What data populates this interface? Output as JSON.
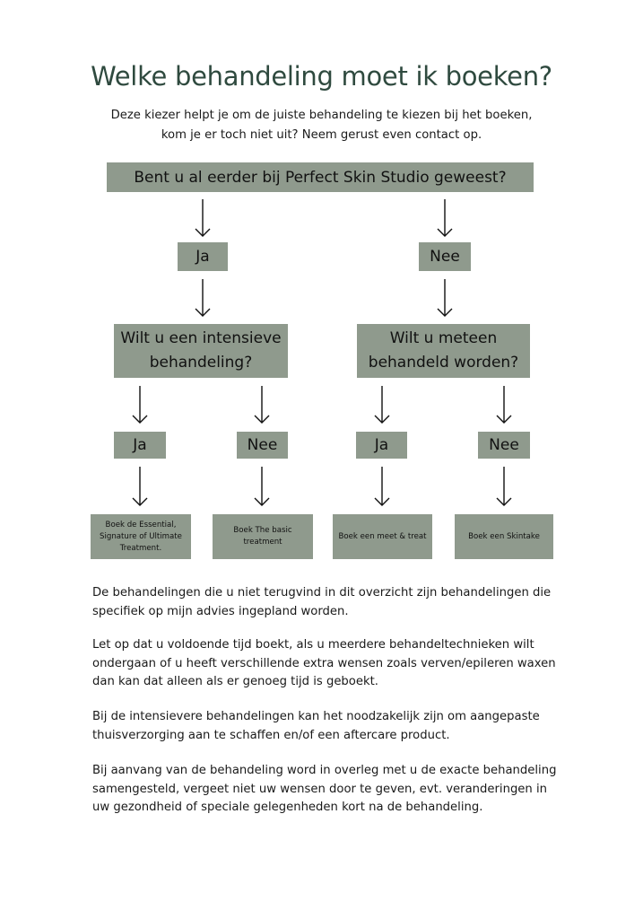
{
  "title": "Welke behandeling moet ik boeken?",
  "intro": "Deze kiezer helpt je om de juiste behandeling te kiezen bij het boeken, kom je er toch niet uit? Neem gerust even contact op.",
  "colors": {
    "box": "#8f9a8d",
    "title": "#2f4a3f"
  },
  "flowchart": {
    "question_main": "Bent u al eerder bij Perfect Skin Studio geweest?",
    "answer_yes": "Ja",
    "answer_no": "Nee",
    "question_left": "Wilt u een intensieve behandeling?",
    "question_right": "Wilt u meteen behandeld worden?",
    "left_yes": "Ja",
    "left_no": "Nee",
    "right_yes": "Ja",
    "right_no": "Nee",
    "result_1": "Boek de Essential, Signature of Ultimate Treatment.",
    "result_2": "Boek The basic treatment",
    "result_3": "Boek een meet & treat",
    "result_4": "Boek een Skintake"
  },
  "paragraphs": [
    "De behandelingen die u niet terugvind in dit overzicht zijn behandelingen die specifiek op mijn advies ingepland worden.",
    "Let op dat u voldoende tijd boekt, als u meerdere behandeltechnieken wilt ondergaan of u heeft verschillende extra wensen zoals verven/epileren waxen dan kan dat alleen als er genoeg tijd is geboekt.",
    "Bij de intensievere behandelingen kan het noodzakelijk zijn om aangepaste thuisverzorging aan te schaffen en/of een aftercare product.",
    "Bij aanvang van de behandeling word in overleg met u de exacte behandeling samengesteld, vergeet niet uw wensen door te geven, evt. veranderingen in uw gezondheid of speciale gelegenheden kort na de behandeling."
  ]
}
